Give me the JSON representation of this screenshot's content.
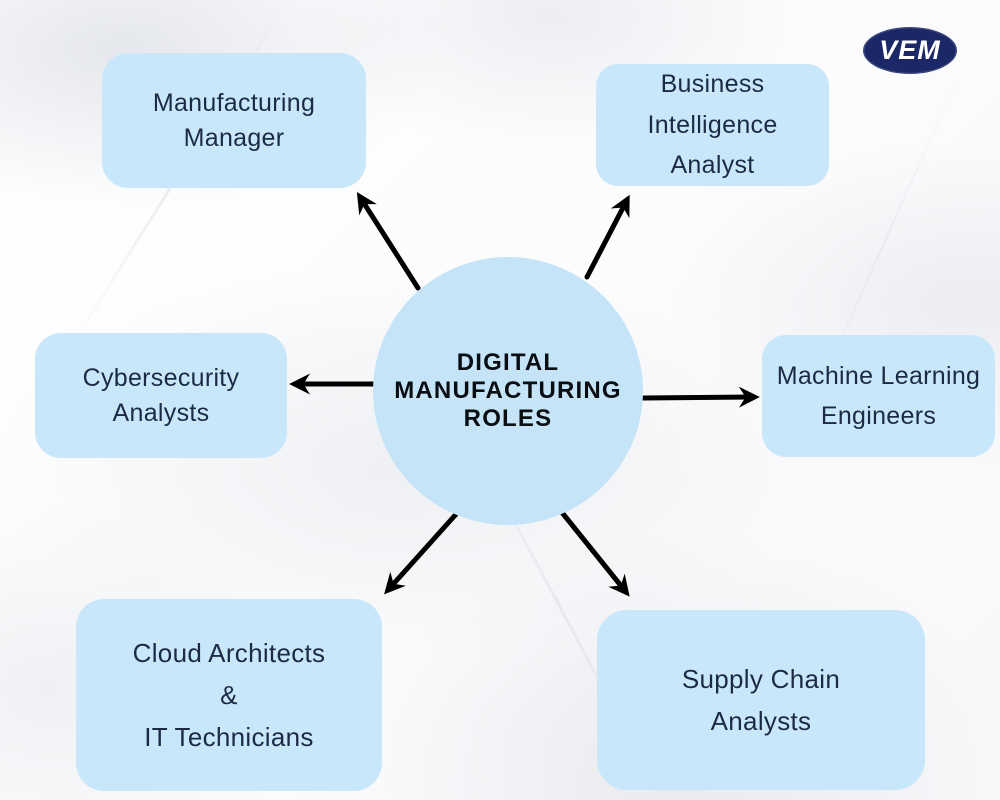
{
  "diagram": {
    "title": "DIGITAL MANUFACTURING ROLES",
    "center": {
      "lines": [
        "DIGITAL",
        "MANUFACTURING",
        "ROLES"
      ]
    },
    "nodes": [
      {
        "id": "manufacturing-manager",
        "label": "Manufacturing Manager",
        "lines": [
          "Manufacturing",
          "Manager"
        ]
      },
      {
        "id": "business-intelligence-analyst",
        "label": "Business Intelligence Analyst",
        "lines": [
          "Business",
          "Intelligence",
          "Analyst"
        ]
      },
      {
        "id": "cybersecurity-analysts",
        "label": "Cybersecurity Analysts",
        "lines": [
          "Cybersecurity",
          "Analysts"
        ]
      },
      {
        "id": "machine-learning-engineers",
        "label": "Machine Learning Engineers",
        "lines": [
          "Machine Learning",
          "Engineers"
        ]
      },
      {
        "id": "cloud-architects-it-technicians",
        "label": "Cloud Architects & IT Technicians",
        "lines": [
          "Cloud Architects",
          "&",
          "IT Technicians"
        ]
      },
      {
        "id": "supply-chain-analysts",
        "label": "Supply Chain Analysts",
        "lines": [
          "Supply Chain",
          "Analysts"
        ]
      }
    ],
    "edges": [
      {
        "from": "center",
        "to": "manufacturing-manager"
      },
      {
        "from": "center",
        "to": "business-intelligence-analyst"
      },
      {
        "from": "center",
        "to": "cybersecurity-analysts"
      },
      {
        "from": "center",
        "to": "machine-learning-engineers"
      },
      {
        "from": "center",
        "to": "cloud-architects-it-technicians"
      },
      {
        "from": "center",
        "to": "supply-chain-analysts"
      }
    ]
  },
  "logo": {
    "text": "VEM"
  },
  "colors": {
    "node_fill": "#C9E7FA",
    "center_fill": "#C5E4F8",
    "node_text": "#1C2B40",
    "center_text": "#0A0D12",
    "arrow": "#000000",
    "logo_bg": "#1B2766",
    "logo_text": "#FFFFFF",
    "background": "#F8F8FA"
  }
}
